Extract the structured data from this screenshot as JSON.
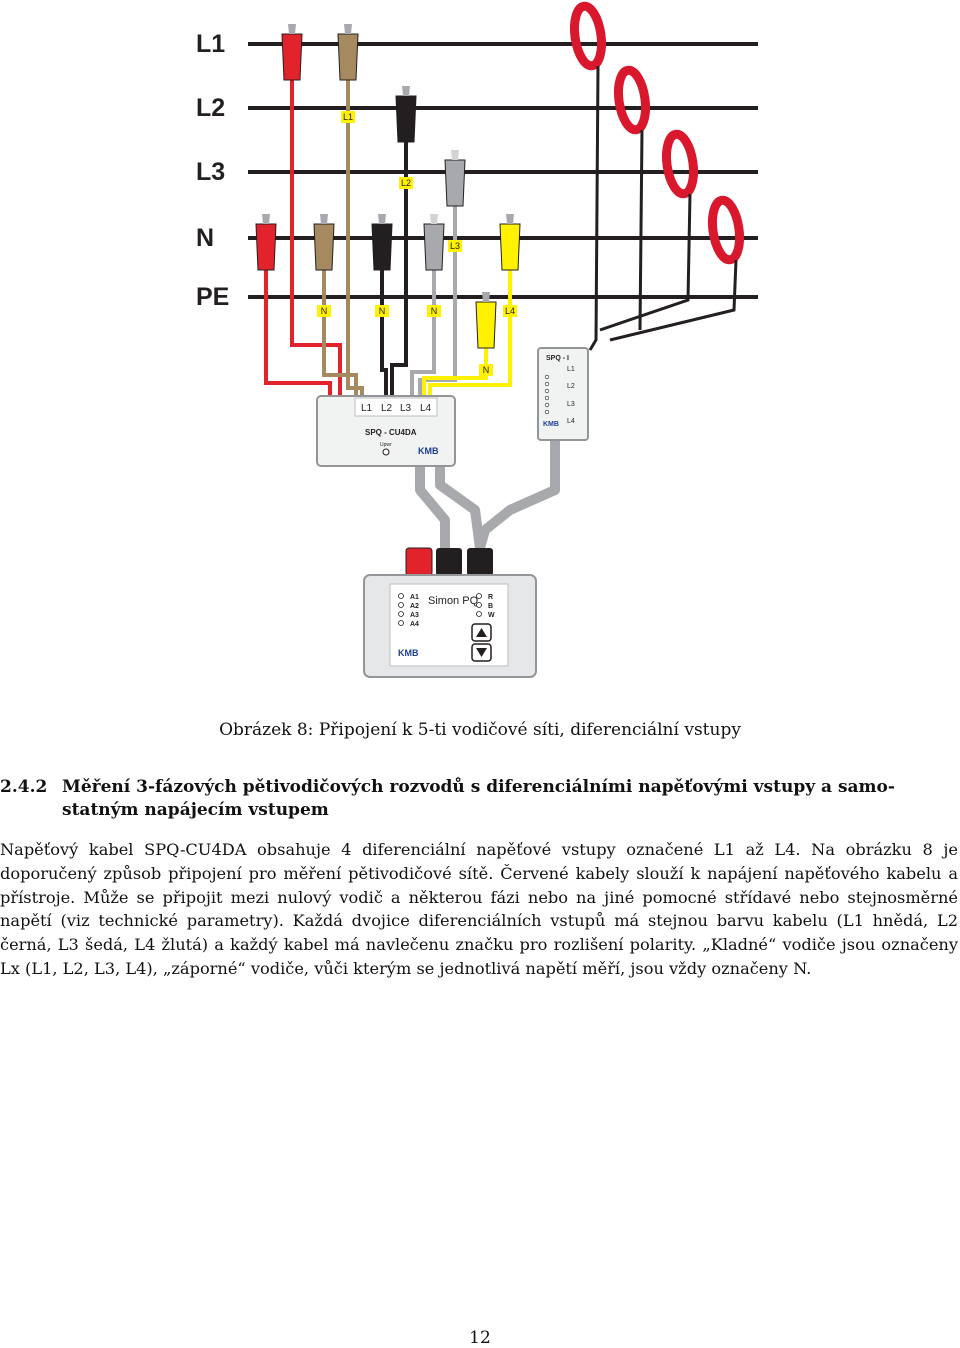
{
  "figure": {
    "bus_labels": [
      "L1",
      "L2",
      "L3",
      "N",
      "PE"
    ],
    "clip_tags_top": [
      "L1",
      "L2",
      "L3"
    ],
    "clip_tags_bottom": [
      "N",
      "N",
      "N",
      "L4",
      "N"
    ],
    "adapter": {
      "inputs": [
        "L1",
        "L2",
        "L3",
        "L4"
      ],
      "name": "SPQ - CU4DA",
      "led_label": "Upwr",
      "brand": "KMB"
    },
    "module": {
      "title": "SPQ - I",
      "ports": [
        "L1",
        "L2",
        "L3",
        "L4"
      ],
      "brand": "KMB"
    },
    "device": {
      "name": "Simon PQ",
      "inputs": [
        "A1",
        "A2",
        "A3",
        "A4"
      ],
      "status": [
        "R",
        "B",
        "W"
      ],
      "brand": "KMB"
    },
    "colors": {
      "red": "#e3232b",
      "brown": "#a58a5f",
      "black": "#231f20",
      "grey": "#a7a9ac",
      "yellow": "#fff200",
      "clamp_red": "#d9182d"
    }
  },
  "caption": "Obrázek 8: Připojení k 5-ti vodičové síti, diferenciální vstupy",
  "section": {
    "number": "2.4.2",
    "title_line1": "Měření 3-fázových pětivodičových rozvodů s diferenciálními napěťovými vstupy a samo-",
    "title_line2": "statným napájecím vstupem"
  },
  "body": "Napěťový kabel SPQ-CU4DA obsahuje 4 diferenciální napěťové vstupy označené L1 až L4. Na obrázku 8 je doporučený způsob připojení pro měření pětivodičové sítě. Červené kabely slouží k napájení napěťového kabelu a přístroje. Může se připojit mezi nulový vodič a některou fázi nebo na jiné pomocné střídavé nebo stejnosměrné napětí (viz technické parametry). Každá dvojice diferenciálních vstupů má stejnou barvu kabelu (L1 hnědá, L2 černá, L3 šedá, L4 žlutá) a každý kabel má navlečenu značku pro rozlišení polarity. „Kladné“ vodiče jsou označeny Lx (L1, L2, L3, L4), „záporné“ vodiče, vůči kterým se jednotlivá napětí měří, jsou vždy označeny N.",
  "page_number": "12"
}
